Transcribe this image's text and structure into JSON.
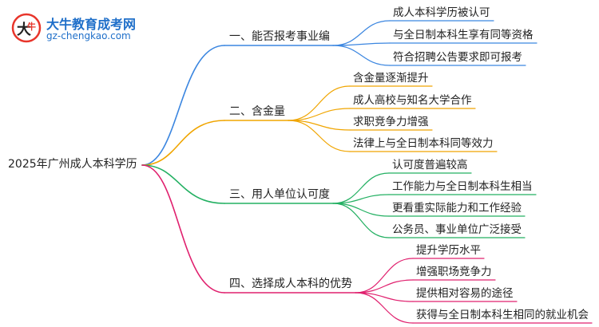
{
  "logo": {
    "title": "大牛教育成考网",
    "url": "gz-chengkao.com",
    "brand_color": "#1f6fc9",
    "accent_color": "#e8352b"
  },
  "mindmap": {
    "root": "2025年广州成人本科学历",
    "branches": [
      {
        "label": "一、能否报考事业编",
        "color": "#3b86e0",
        "leaves": [
          "成人本科学历被认可",
          "与全日制本科生享有同等资格",
          "符合招聘公告要求即可报考"
        ]
      },
      {
        "label": "二、含金量",
        "color": "#f0a500",
        "leaves": [
          "含金量逐渐提升",
          "成人高校与知名大学合作",
          "求职竞争力增强",
          "法律上与全日制本科同等效力"
        ]
      },
      {
        "label": "三、用人单位认可度",
        "color": "#23b062",
        "leaves": [
          "认可度普遍较高",
          "工作能力与全日制本科生相当",
          "更看重实际能力和工作经验",
          "公务员、事业单位广泛接受"
        ]
      },
      {
        "label": "四、选择成人本科的优势",
        "color": "#e0206e",
        "leaves": [
          "提升学历水平",
          "增强职场竞争力",
          "提供相对容易的途径",
          "获得与全日制本科生相同的就业机会"
        ]
      }
    ]
  }
}
